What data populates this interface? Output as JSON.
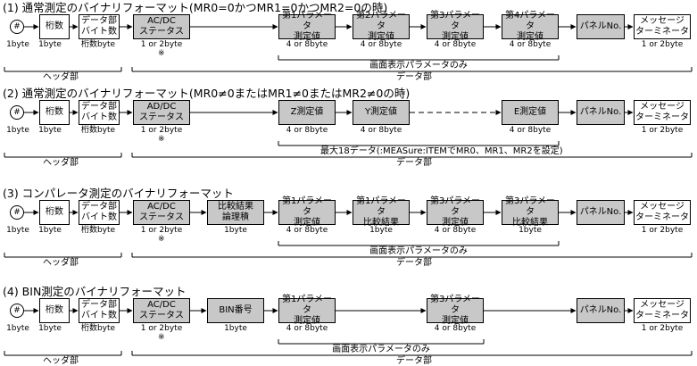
{
  "labels": {
    "hash": "#",
    "keta": "桁数",
    "datalen": "データ部\nバイト数",
    "acdc": "AC/DC\nステータス",
    "addc": "AD/DC\nステータス",
    "panel": "パネルNo.",
    "term": "メッセージ\nターミネータ",
    "p1": "第1パラメータ\n測定値",
    "p2": "第2パラメータ\n測定値",
    "p3": "第3パラメータ\n測定値",
    "p4": "第4パラメータ\n測定値",
    "z": "Z測定値",
    "y": "Y測定値",
    "e": "E測定値",
    "andres": "比較結果\n論理積",
    "p1cmp": "第1パラメータ\n比較結果",
    "p3cmp": "第3パラメータ\n比較結果",
    "bin": "BIN番号"
  },
  "sizes": {
    "b1": "1byte",
    "b1or2": "1 or 2byte",
    "b4or8": "4 or 8byte",
    "ketabyte": "桁数byte"
  },
  "common": {
    "header": "ヘッダ部",
    "data": "データ部",
    "screen": "画面表示パラメータのみ",
    "mark": "※"
  },
  "sections": [
    {
      "title": "(1) 通常測定のバイナリフォーマット(MR0=0かつMR1=0かつMR2=0の時)",
      "note": "画面表示パラメータのみ"
    },
    {
      "title": "(2) 通常測定のバイナリフォーマット(MR0≠0またはMR1≠0またはMR2≠0の時)",
      "note": "最大18データ(:MEASure:ITEMでMR0、MR1、MR2を設定)"
    },
    {
      "title": "(3) コンパレータ測定のバイナリフォーマット",
      "note": "画面表示パラメータのみ"
    },
    {
      "title": "(4) BIN測定のバイナリフォーマット",
      "note": "画面表示パラメータのみ"
    }
  ]
}
